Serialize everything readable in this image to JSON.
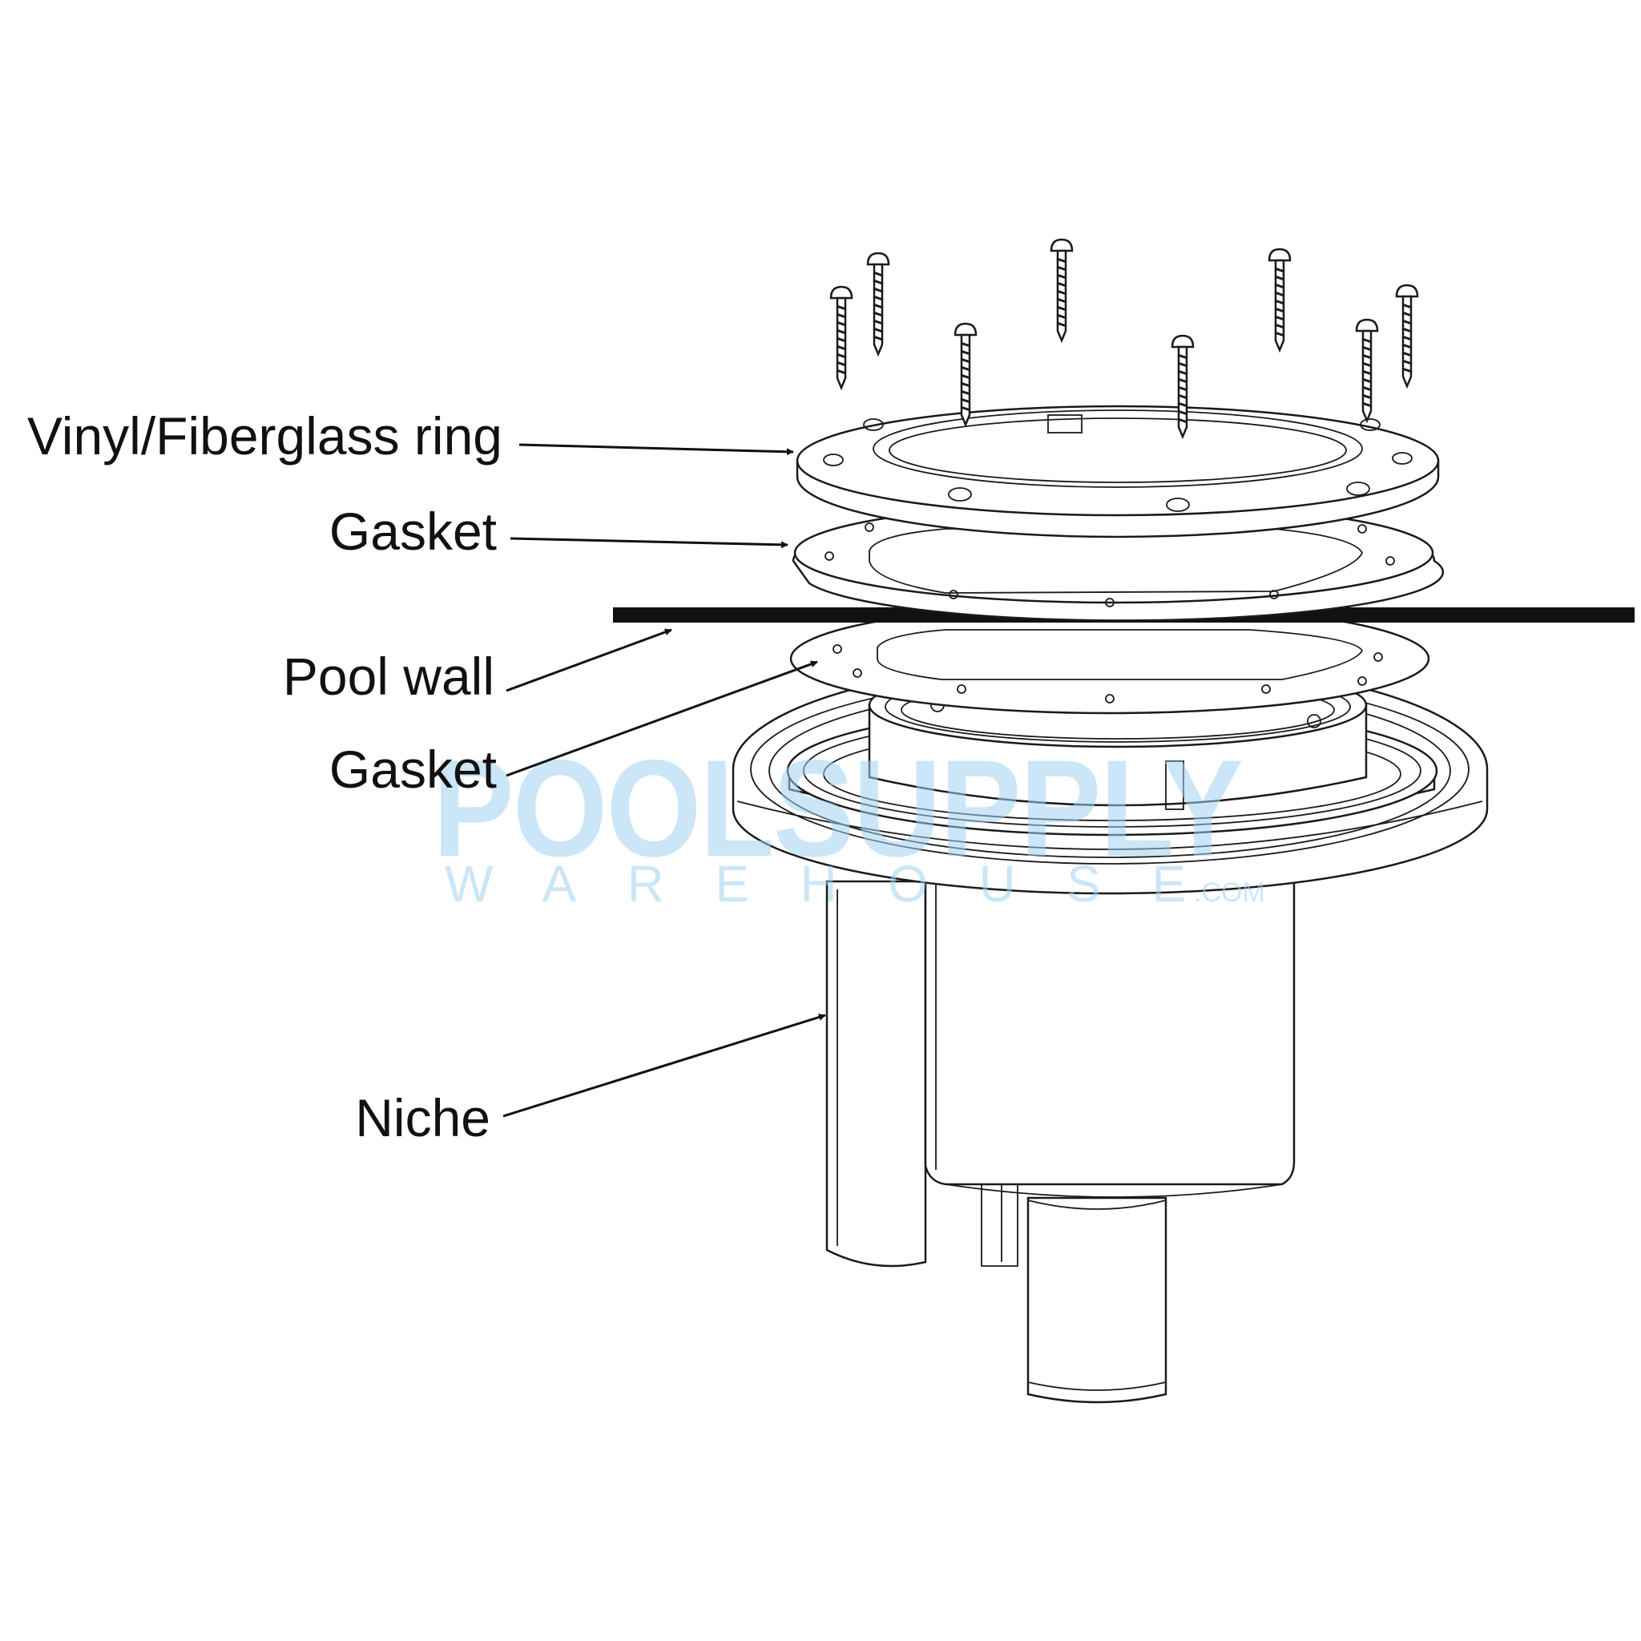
{
  "labels": {
    "ring": "Vinyl/Fiberglass ring",
    "gasket_top": "Gasket",
    "pool_wall": "Pool wall",
    "gasket_bottom": "Gasket",
    "niche": "Niche"
  },
  "watermark": {
    "line1": "POOLSUPPLY",
    "line2": "WAREHOUSE",
    "suffix": ".COM",
    "color": "#9fd2f2"
  },
  "colors": {
    "line": "#1a1a1a",
    "text": "#111111",
    "background": "#ffffff"
  }
}
